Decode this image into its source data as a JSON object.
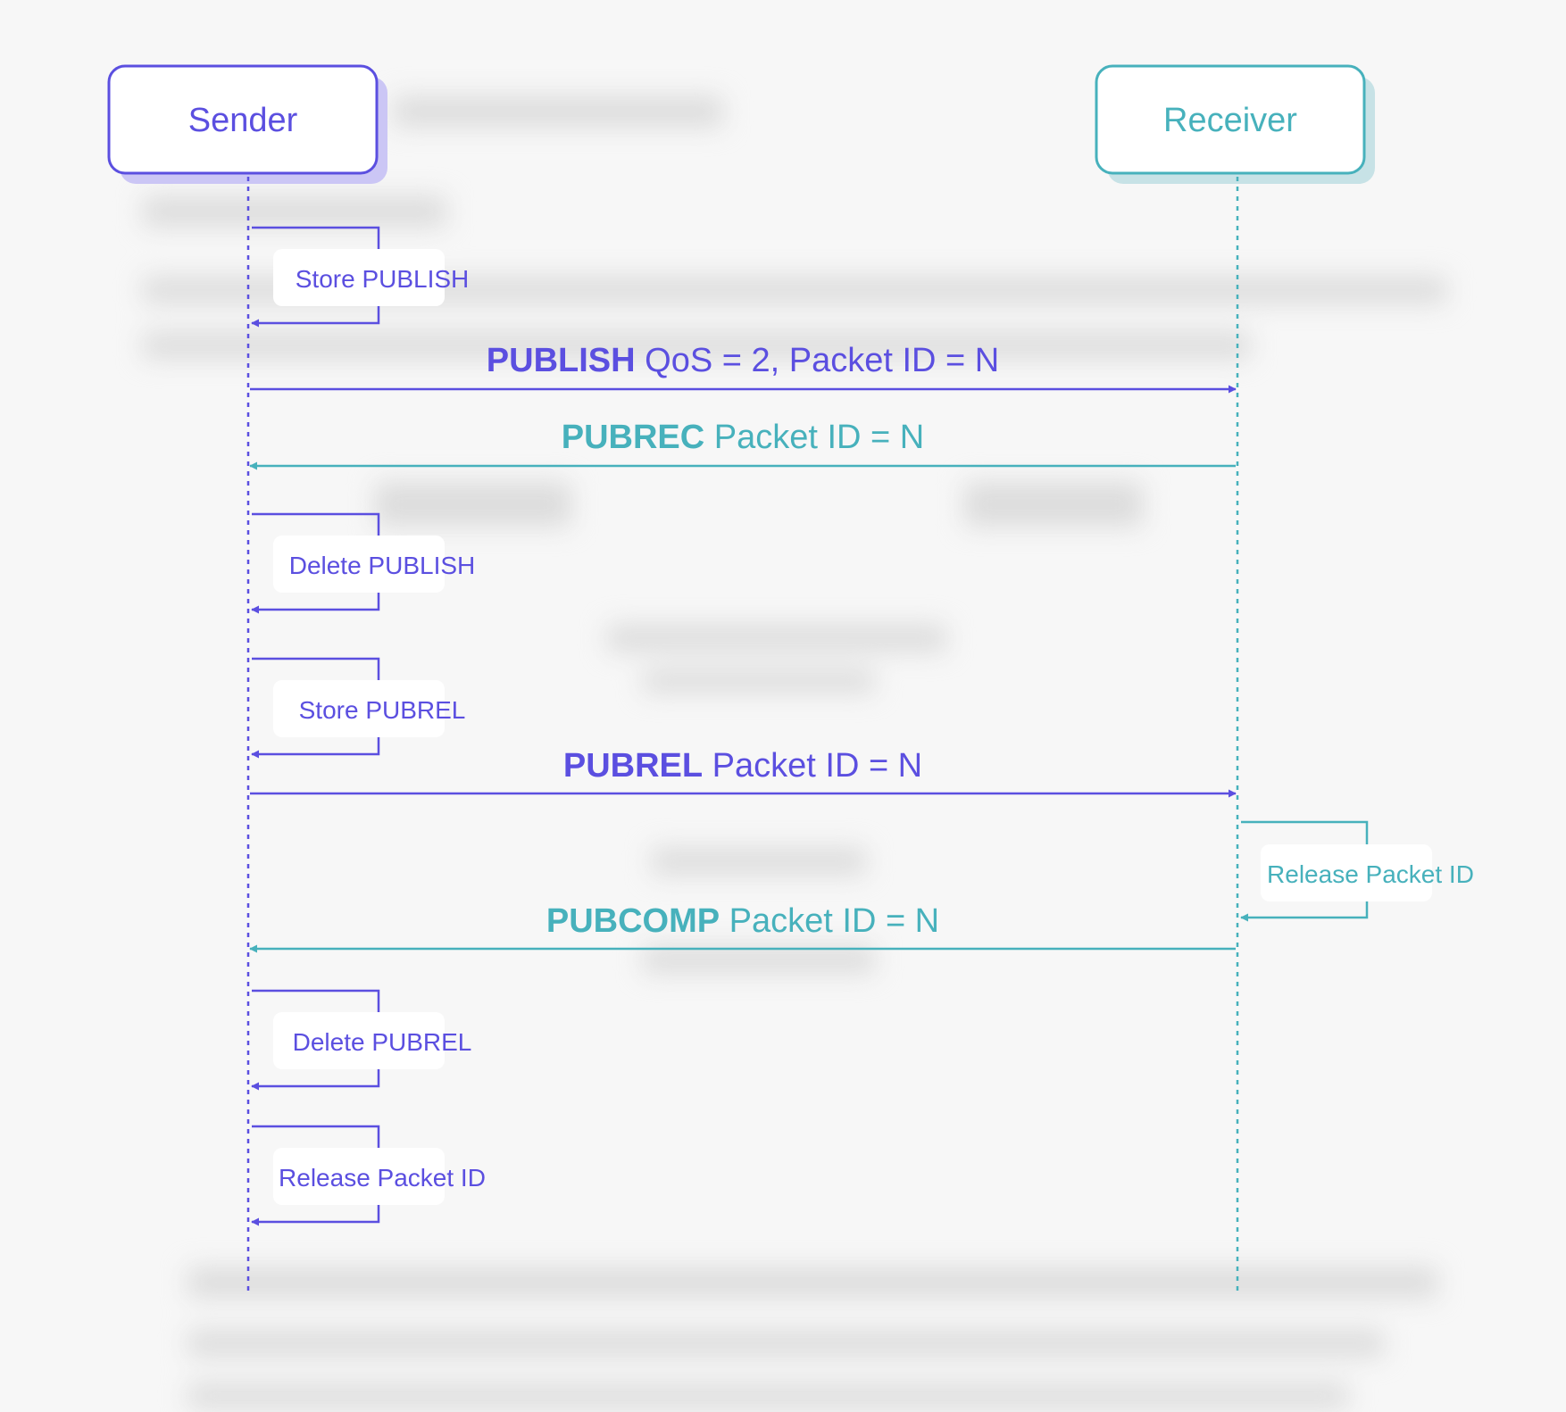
{
  "colors": {
    "sender": "#5b4fe0",
    "receiver": "#47b1bc",
    "sender_shadow": "#cbc6f5",
    "receiver_shadow": "#c7e2e6",
    "background": "#f7f7f7"
  },
  "actors": {
    "sender": "Sender",
    "receiver": "Receiver"
  },
  "messages": [
    {
      "bold": "PUBLISH",
      "rest": " QoS = 2, Packet ID = N",
      "from": "sender",
      "to": "receiver"
    },
    {
      "bold": "PUBREC",
      "rest": " Packet ID = N",
      "from": "receiver",
      "to": "sender"
    },
    {
      "bold": "PUBREL",
      "rest": " Packet ID = N",
      "from": "sender",
      "to": "receiver"
    },
    {
      "bold": "PUBCOMP",
      "rest": " Packet ID = N",
      "from": "receiver",
      "to": "sender"
    }
  ],
  "notes": [
    {
      "label": "Store PUBLISH",
      "actor": "sender"
    },
    {
      "label": "Delete PUBLISH",
      "actor": "sender"
    },
    {
      "label": "Store PUBREL",
      "actor": "sender"
    },
    {
      "label": "Release Packet ID",
      "actor": "receiver"
    },
    {
      "label": "Delete PUBREL",
      "actor": "sender"
    },
    {
      "label": "Release Packet ID",
      "actor": "sender"
    }
  ]
}
